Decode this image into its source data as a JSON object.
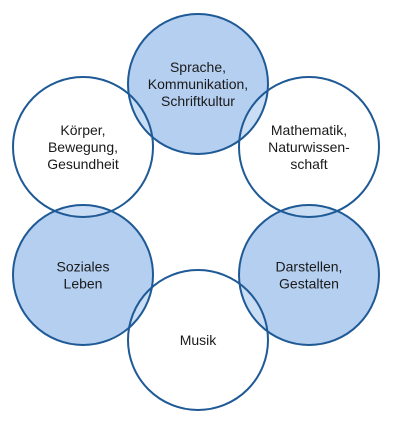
{
  "colors": {
    "stroke": "#1f5a96",
    "filled": "#b4cff0",
    "overlap": "#c9ddf4",
    "empty": "#ffffff"
  },
  "circles": [
    {
      "key": "sprache",
      "lines": [
        "Sprache,",
        "Kommunikation,",
        "Schriftkultur"
      ],
      "filled": true
    },
    {
      "key": "mathematik",
      "lines": [
        "Mathematik,",
        "Naturwissen-",
        "schaft"
      ],
      "filled": false
    },
    {
      "key": "darstellen",
      "lines": [
        "Darstellen,",
        "Gestalten"
      ],
      "filled": true
    },
    {
      "key": "musik",
      "lines": [
        "Musik"
      ],
      "filled": false
    },
    {
      "key": "soziales",
      "lines": [
        "Soziales",
        "Leben"
      ],
      "filled": true
    },
    {
      "key": "koerper",
      "lines": [
        "Körper,",
        "Bewegung,",
        "Gesundheit"
      ],
      "filled": false
    }
  ]
}
